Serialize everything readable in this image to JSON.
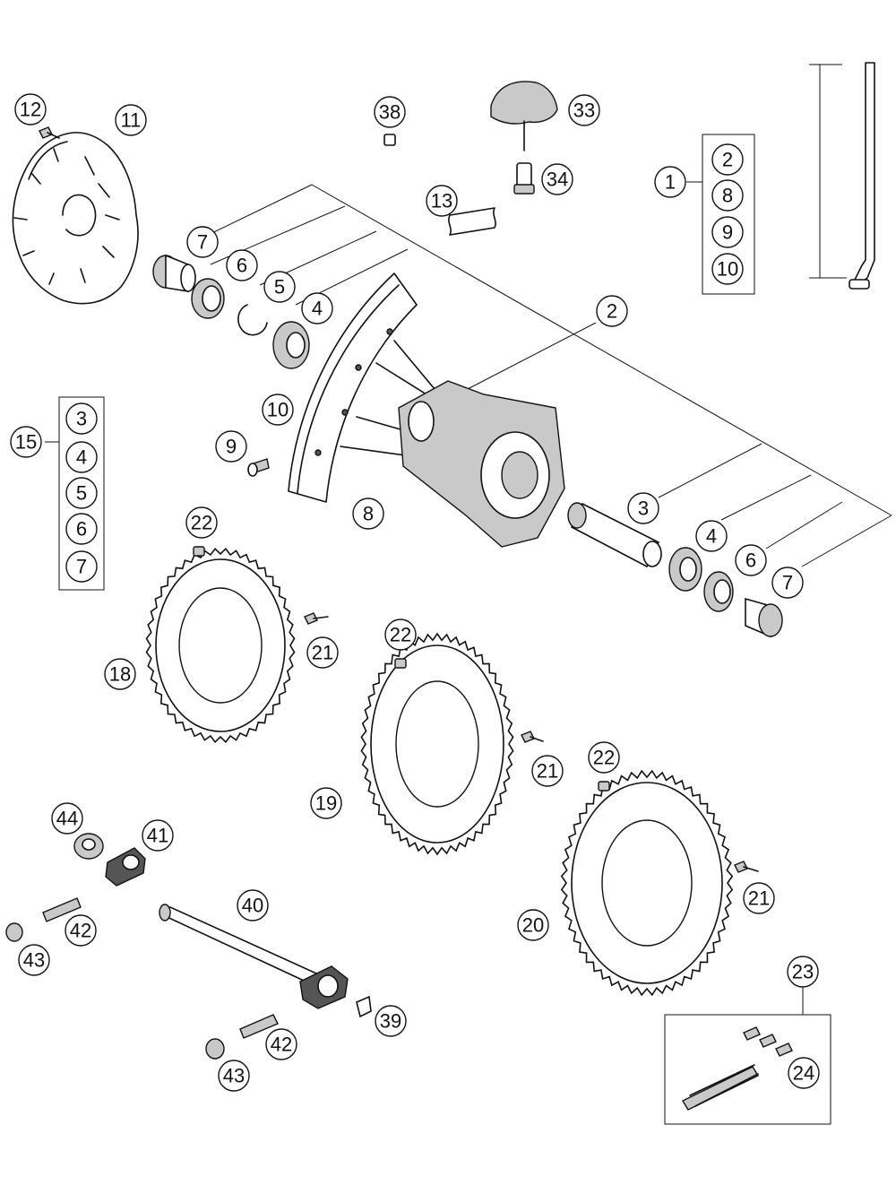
{
  "callouts": [
    {
      "id": "c12",
      "label": "12"
    },
    {
      "id": "c11",
      "label": "11"
    },
    {
      "id": "c38",
      "label": "38"
    },
    {
      "id": "c33",
      "label": "33"
    },
    {
      "id": "c34",
      "label": "34"
    },
    {
      "id": "c13",
      "label": "13"
    },
    {
      "id": "c1",
      "label": "1"
    },
    {
      "id": "g1a",
      "label": "2"
    },
    {
      "id": "g1b",
      "label": "8"
    },
    {
      "id": "g1c",
      "label": "9"
    },
    {
      "id": "g1d",
      "label": "10"
    },
    {
      "id": "c7a",
      "label": "7"
    },
    {
      "id": "c6a",
      "label": "6"
    },
    {
      "id": "c5a",
      "label": "5"
    },
    {
      "id": "c4a",
      "label": "4"
    },
    {
      "id": "c2",
      "label": "2"
    },
    {
      "id": "c10",
      "label": "10"
    },
    {
      "id": "c9",
      "label": "9"
    },
    {
      "id": "c8",
      "label": "8"
    },
    {
      "id": "c15",
      "label": "15"
    },
    {
      "id": "g15a",
      "label": "3"
    },
    {
      "id": "g15b",
      "label": "4"
    },
    {
      "id": "g15c",
      "label": "5"
    },
    {
      "id": "g15d",
      "label": "6"
    },
    {
      "id": "g15e",
      "label": "7"
    },
    {
      "id": "c3b",
      "label": "3"
    },
    {
      "id": "c4b",
      "label": "4"
    },
    {
      "id": "c6b",
      "label": "6"
    },
    {
      "id": "c7b",
      "label": "7"
    },
    {
      "id": "c22a",
      "label": "22"
    },
    {
      "id": "c21a",
      "label": "21"
    },
    {
      "id": "c18",
      "label": "18"
    },
    {
      "id": "c22b",
      "label": "22"
    },
    {
      "id": "c21b",
      "label": "21"
    },
    {
      "id": "c19",
      "label": "19"
    },
    {
      "id": "c22c",
      "label": "22"
    },
    {
      "id": "c21c",
      "label": "21"
    },
    {
      "id": "c20",
      "label": "20"
    },
    {
      "id": "c44",
      "label": "44"
    },
    {
      "id": "c41",
      "label": "41"
    },
    {
      "id": "c40",
      "label": "40"
    },
    {
      "id": "c42a",
      "label": "42"
    },
    {
      "id": "c43a",
      "label": "43"
    },
    {
      "id": "c39",
      "label": "39"
    },
    {
      "id": "c42b",
      "label": "42"
    },
    {
      "id": "c43b",
      "label": "43"
    },
    {
      "id": "c23",
      "label": "23"
    },
    {
      "id": "c24",
      "label": "24"
    }
  ]
}
